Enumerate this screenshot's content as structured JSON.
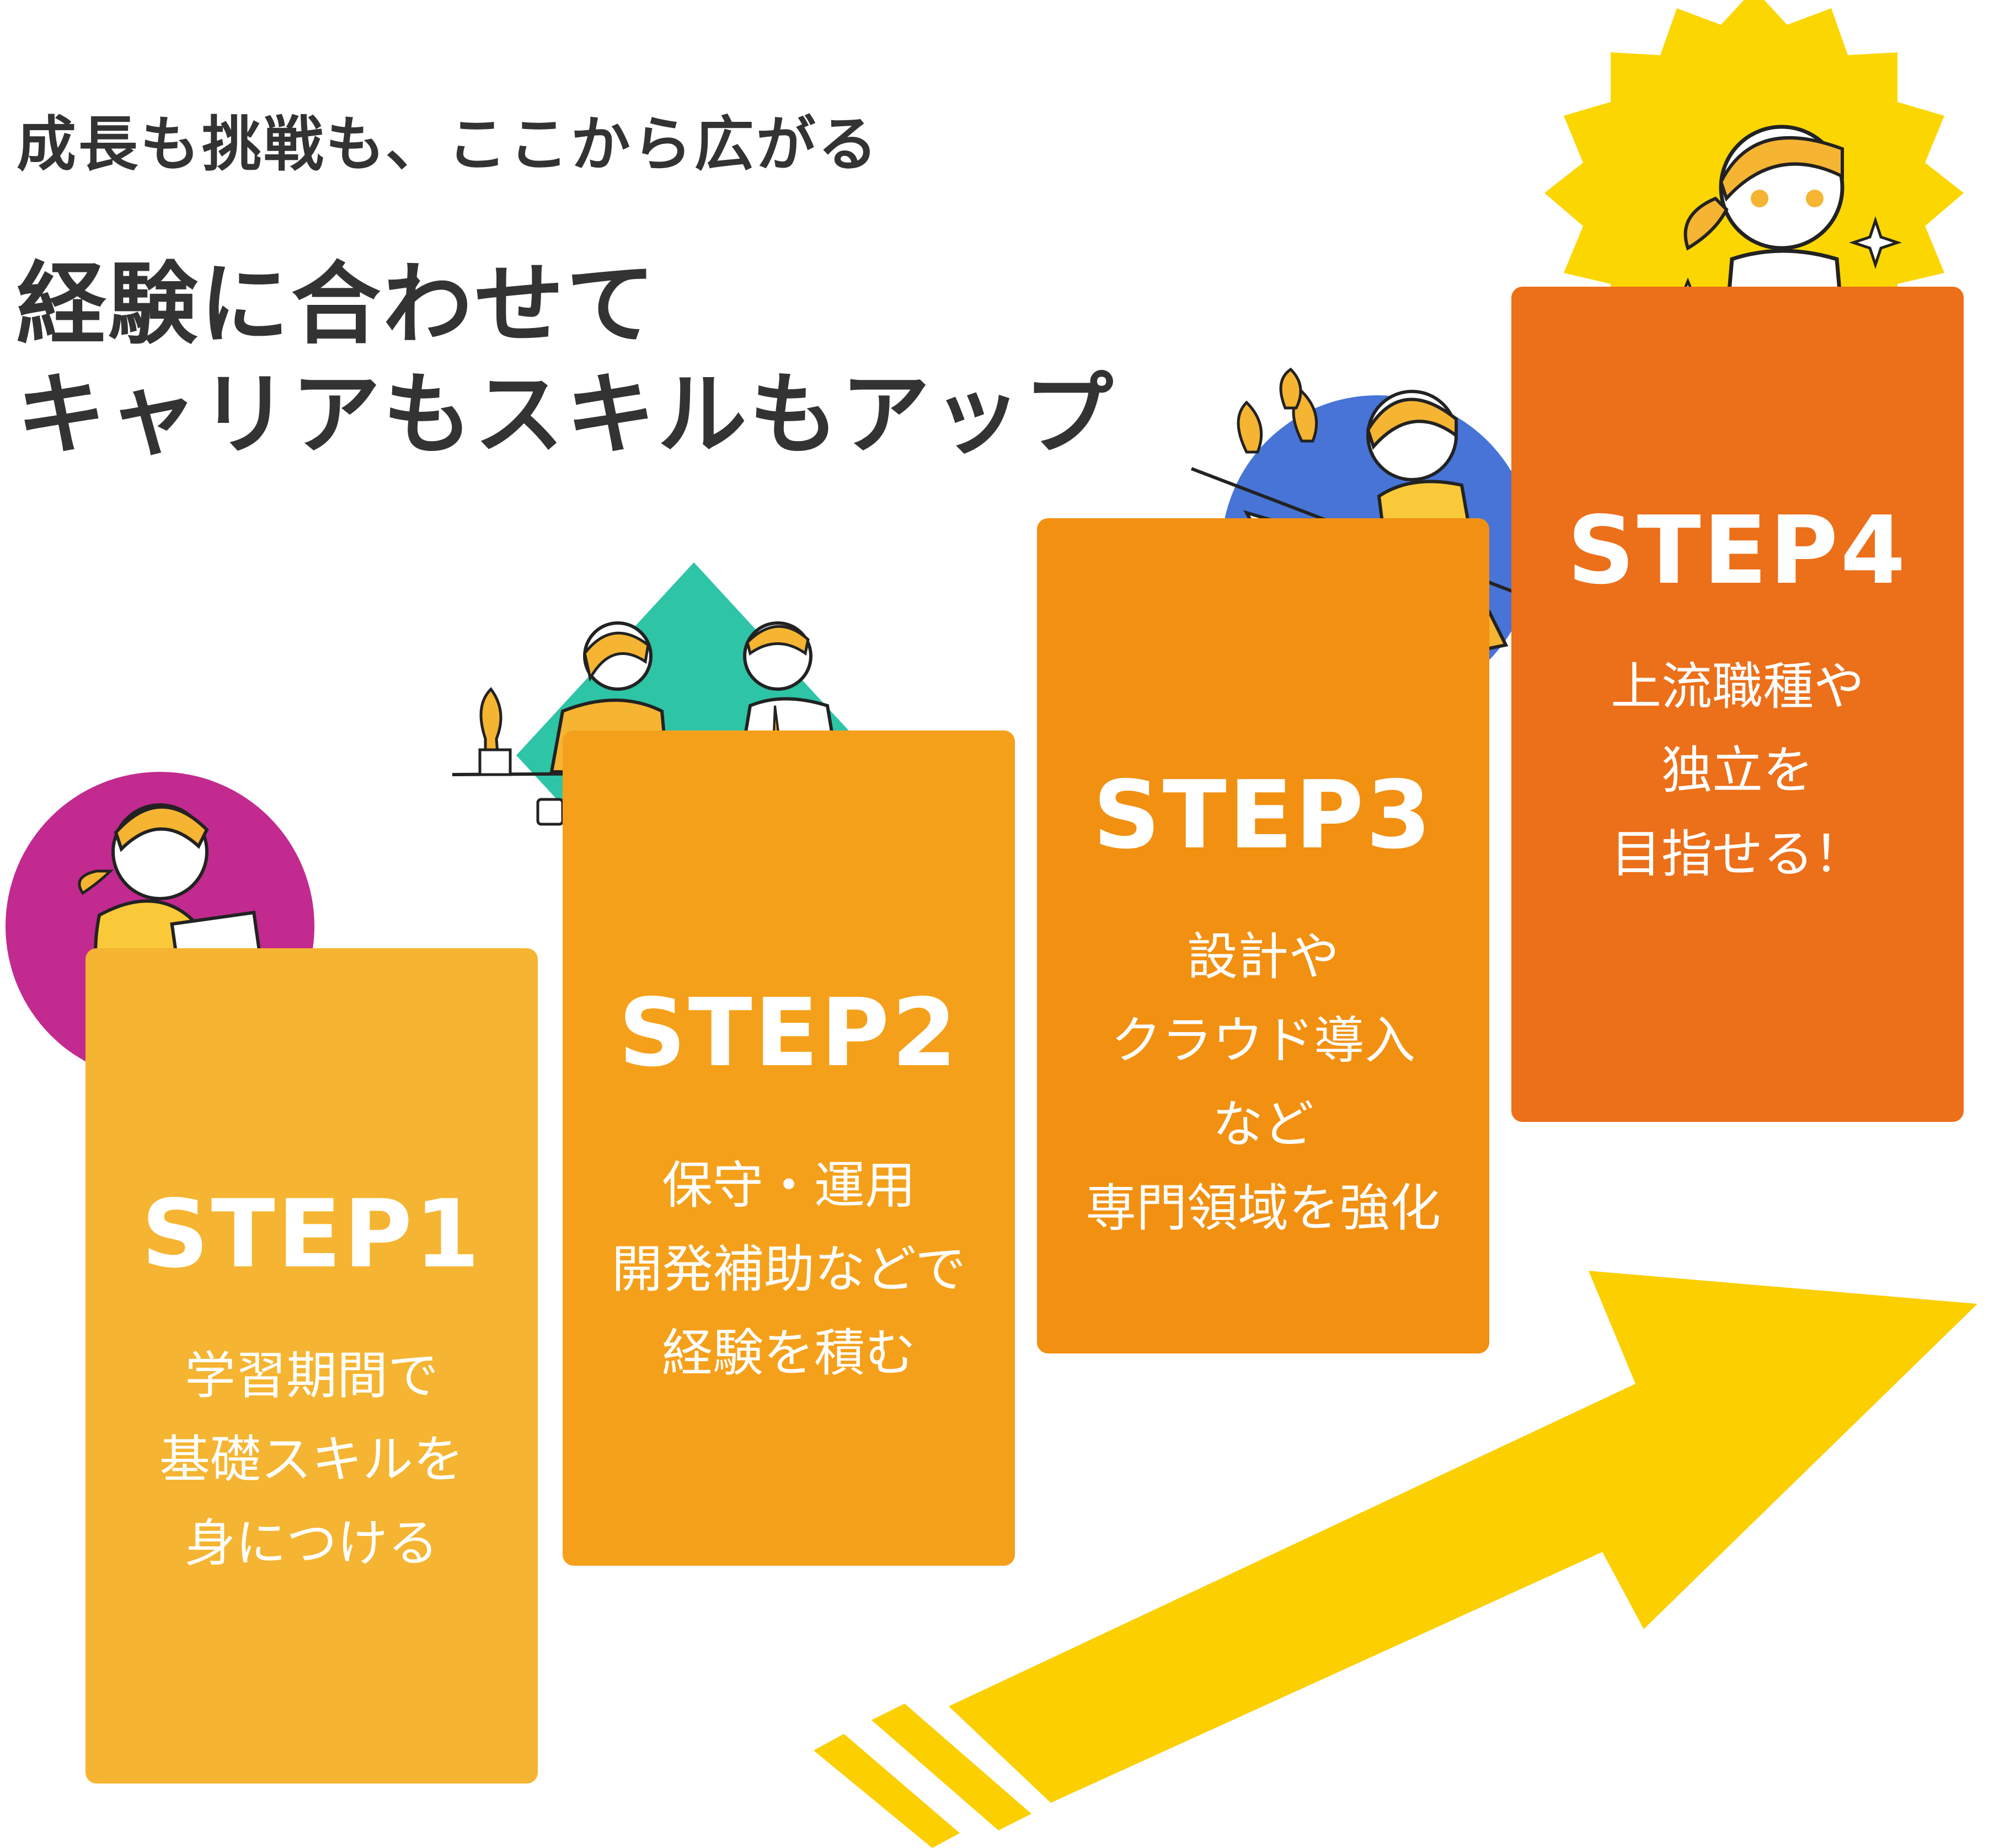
{
  "header": {
    "subtitle": "成長も挑戦も、ここから広がる",
    "headline_line1": "経験に合わせて",
    "headline_line2": "キャリアもスキルもアップ"
  },
  "steps": [
    {
      "label": "STEP1",
      "lines": [
        "学習期間で",
        "基礎スキルを",
        "身につける"
      ],
      "color": "#F5B431"
    },
    {
      "label": "STEP2",
      "lines": [
        "保守・運用",
        "開発補助などで",
        "経験を積む"
      ],
      "color": "#F5A01B"
    },
    {
      "label": "STEP3",
      "lines": [
        "設計や",
        "クラウド導入",
        "など",
        "専門領域を強化"
      ],
      "color": "#F29012"
    },
    {
      "label": "STEP4",
      "lines": [
        "上流職種や",
        "独立を",
        "目指せる！"
      ],
      "color": "#EC6F1A"
    }
  ],
  "colors": {
    "text_dark": "#333333",
    "arrow": "#FBCF00",
    "badge_step1": "#C22A8F",
    "badge_step2": "#2EC4A6",
    "badge_step3": "#4774D6",
    "badge_step4": "#FCD600"
  }
}
